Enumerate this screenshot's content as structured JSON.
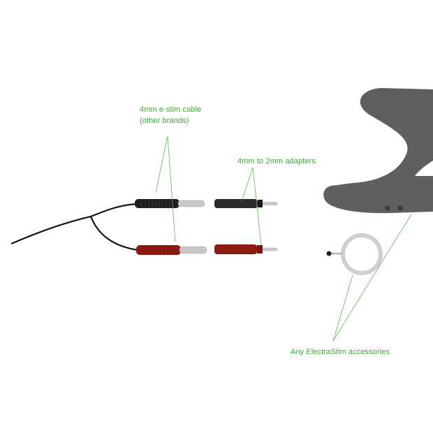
{
  "labels": {
    "cable_line1": "4mm e-stim cable",
    "cable_line2": "(other brands)",
    "adapters": "4mm to 2mm adapters",
    "accessories": "Any ElectraStim accessories"
  },
  "colors": {
    "label_green": "#3fa535",
    "black_plug": "#1e1e1e",
    "red_plug": "#8e1a14",
    "metal_pin": "#c8c8c8",
    "accessory_gray": "#5f5f5f",
    "ring": "#cfcfcf"
  }
}
